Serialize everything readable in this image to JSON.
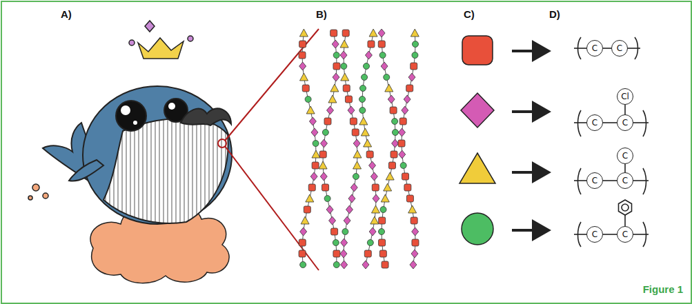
{
  "diagram": {
    "caption": "Figure 1",
    "nodes": [
      {
        "text": [
          "C"
        ]
      },
      {
        "text": [
          "C"
        ]
      },
      {
        "text": [
          "C"
        ]
      },
      {
        "text": [
          "C"
        ]
      },
      {
        "text": [
          "Cl"
        ]
      },
      {
        "text": [
          "C"
        ]
      },
      {
        "text": [
          "C"
        ]
      },
      {
        "text": [
          "C"
        ]
      },
      {
        "text": [
          "C"
        ]
      },
      {
        "text": [
          "C"
        ]
      }
    ],
    "edges": [
      {
        "from": 0,
        "to": 1,
        "arrow": "none"
      },
      {
        "from": 2,
        "to": 3,
        "arrow": "none"
      },
      {
        "from": 3,
        "to": 4,
        "arrow": "none"
      },
      {
        "from": 5,
        "to": 6,
        "arrow": "none"
      },
      {
        "from": 6,
        "to": 7,
        "arrow": "none"
      },
      {
        "from": 8,
        "to": 9,
        "arrow": "none"
      }
    ],
    "labels": [
      "A)",
      "B)",
      "C)",
      "D)"
    ]
  }
}
